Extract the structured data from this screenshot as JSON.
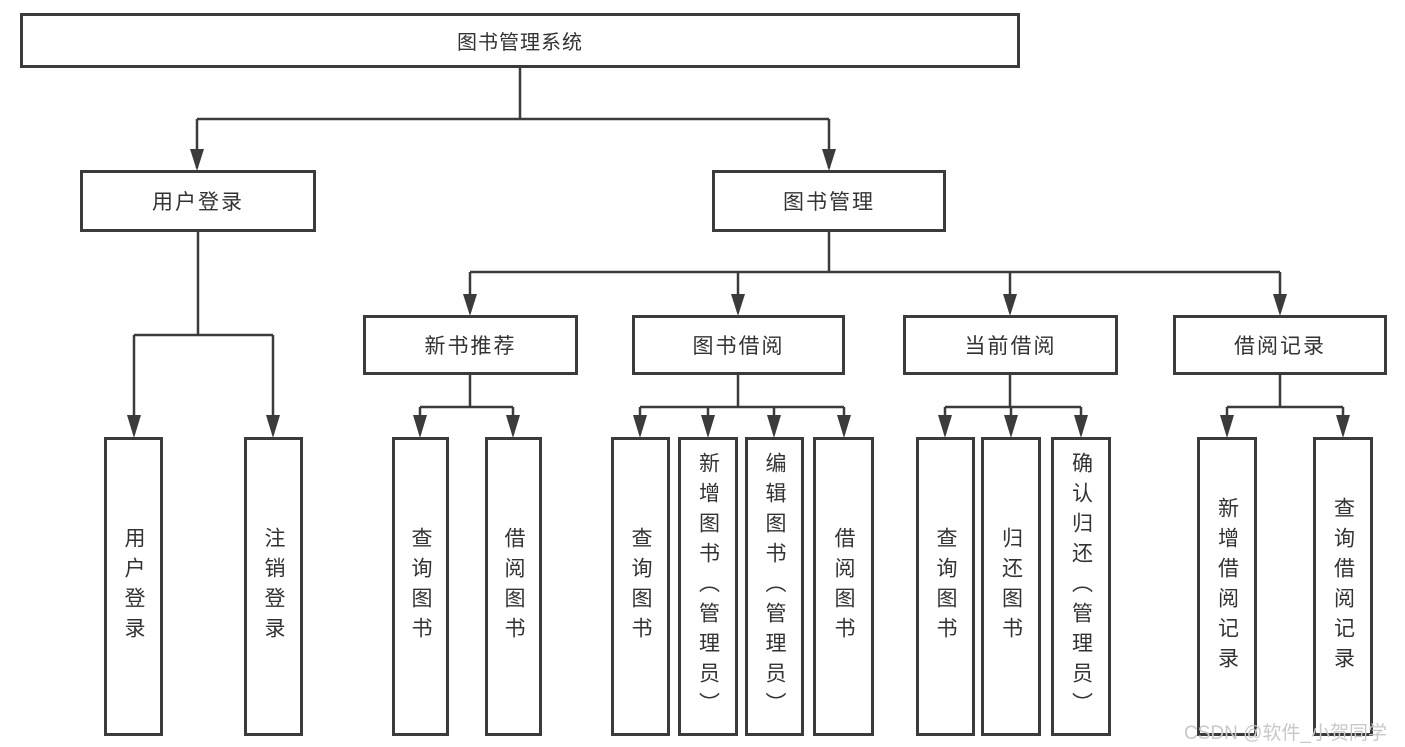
{
  "tree": {
    "label": "图书管理系统",
    "children": [
      {
        "label": "用户登录",
        "children": [
          {
            "label": "用户登录"
          },
          {
            "label": "注销登录"
          }
        ]
      },
      {
        "label": "图书管理",
        "children": [
          {
            "label": "新书推荐",
            "children": [
              {
                "label": "查询图书"
              },
              {
                "label": "借阅图书"
              }
            ]
          },
          {
            "label": "图书借阅",
            "children": [
              {
                "label": "查询图书"
              },
              {
                "label": "新增图书（管理员）"
              },
              {
                "label": "编辑图书（管理员）"
              },
              {
                "label": "借阅图书"
              }
            ]
          },
          {
            "label": "当前借阅",
            "children": [
              {
                "label": "查询图书"
              },
              {
                "label": "归还图书"
              },
              {
                "label": "确认归还（管理员）"
              }
            ]
          },
          {
            "label": "借阅记录",
            "children": [
              {
                "label": "新增借阅记录"
              },
              {
                "label": "查询借阅记录"
              }
            ]
          }
        ]
      }
    ]
  },
  "watermark": {
    "text": "CSDN @软件_小贺同学"
  },
  "colors": {
    "line": "#3b3b3b",
    "text": "#333333",
    "background": "#ffffff",
    "watermark": "#c8c8c8"
  }
}
